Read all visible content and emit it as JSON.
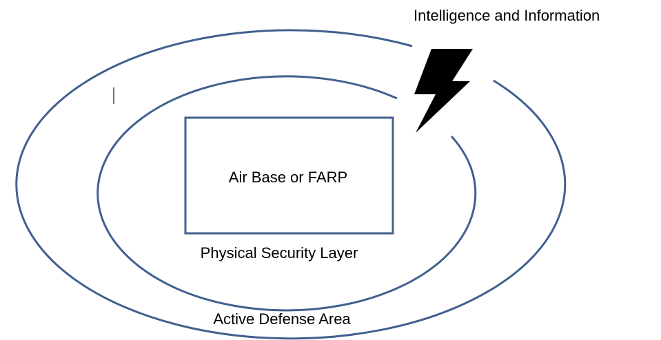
{
  "diagram": {
    "labels": {
      "top_right": "Intelligence and Information",
      "center_box": "Air Base or FARP",
      "inner_ring": "Physical Security Layer",
      "outer_ring": "Active Defense Area"
    },
    "colors": {
      "ring_stroke": "#41608f",
      "box_stroke": "#41608f",
      "bolt_fill": "#000000",
      "text": "#000000",
      "background": "#ffffff"
    },
    "icons": {
      "bolt": "lightning-bolt-icon"
    }
  }
}
